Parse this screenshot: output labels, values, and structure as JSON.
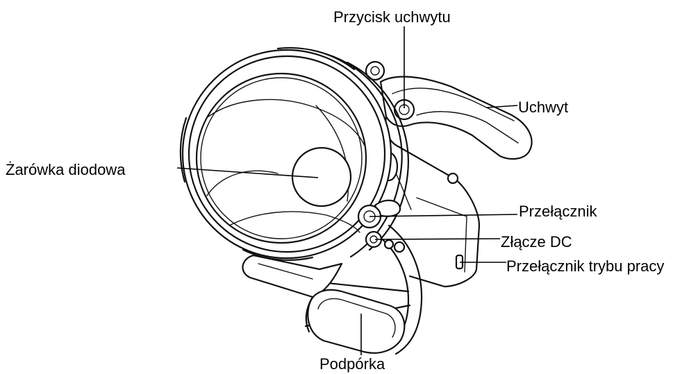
{
  "labels": {
    "handle_button": "Przycisk uchwytu",
    "handle": "Uchwyt",
    "led_bulb": "Żarówka diodowa",
    "switch": "Przełącznik",
    "dc_connector": "Złącze DC",
    "mode_switch": "Przełącznik trybu pracy",
    "stand": "Podpórka"
  },
  "colors": {
    "line": "#000000",
    "background": "#ffffff"
  }
}
